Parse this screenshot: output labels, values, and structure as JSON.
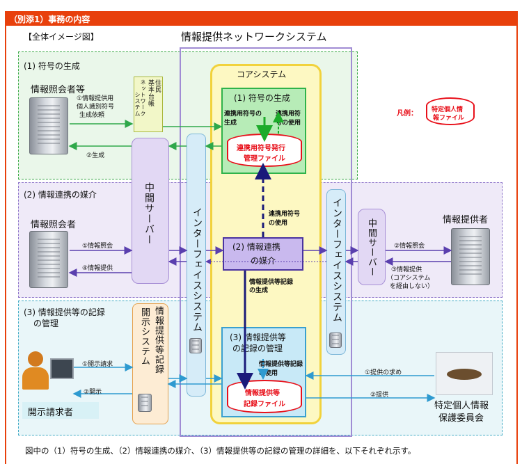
{
  "header": {
    "title": "（別添1）事務の内容"
  },
  "overview_label": "【全体イメージ図】",
  "system_title": "情報提供ネットワークシステム",
  "core": {
    "title": "コアシステム"
  },
  "sections": {
    "s1": {
      "title": "(1) 符号の生成"
    },
    "s2": {
      "title": "(2) 情報連携の媒介"
    },
    "s3": {
      "title": "(3) 情報提供等の記録",
      "title2": "の管理"
    }
  },
  "actors": {
    "requester_top": "情報照会者等",
    "requester_mid": "情報照会者",
    "provider": "情報提供者",
    "disclosure": "開示請求者",
    "committee_l1": "特定個人情報",
    "committee_l2": "保護委員会"
  },
  "juki": {
    "label": "住民基本台帳ネットワークシステム",
    "col1": "住民",
    "col2": "基本台帳",
    "col3": "ネットワーク",
    "col4": "システム"
  },
  "middle_server_left": "中間サーバー",
  "middle_server_right": "中間サーバー",
  "interface_left": "インターフェイスシステム",
  "interface_right": "インターフェイスシステム",
  "disclosure_system": "開示システム",
  "record_system": "情報提供等記録",
  "box1": {
    "title": "(1) 符号の生成",
    "gen": "連携用符号の生成",
    "use": "連携用符号の使用",
    "file_l1": "連携用符号発行",
    "file_l2": "管理ファイル"
  },
  "box2": {
    "title_l1": "(2) 情報連携",
    "title_l2": "の媒介"
  },
  "box3": {
    "title_l1": "(3) 情報提供等",
    "title_l2": "の記録の管理",
    "use": "情報提供等記録の使用",
    "file_l1": "情報提供等",
    "file_l2": "記録ファイル"
  },
  "arrows": {
    "a1_l1": "①情報提供用",
    "a1_l2": "個人識別符号",
    "a1_l3": "生成依頼",
    "a2": "②生成",
    "b1": "①情報照会",
    "b4": "④情報提供",
    "c2": "②情報照会",
    "c3_l1": "③情報提供",
    "c3_l2": "（コアシステム",
    "c3_l3": "を経由しない）",
    "link_use_l1": "連携用符号",
    "link_use_l2": "の使用",
    "rec_gen_l1": "情報提供等記録",
    "rec_gen_l2": "の生成",
    "d1": "①開示請求",
    "d2": "②開示",
    "e1": "①提供の求め",
    "e2": "②提供"
  },
  "legend": {
    "label": "凡例：",
    "file_l1": "特定個人情",
    "file_l2": "報ファイル"
  },
  "footer": "図中の（1）符号の生成、（2）情報連携の媒介、（3）情報提供等の記録の管理の詳細を、以下それぞれ示す。",
  "colors": {
    "accent": "#e8400c",
    "file_red": "#e8101a",
    "navy": "#1a1a7a"
  }
}
